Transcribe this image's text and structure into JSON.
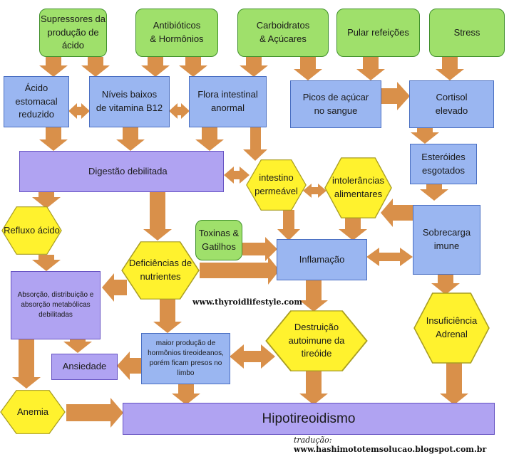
{
  "nodes": {
    "supressores": "Supressores da produção de ácido",
    "antibioticos": "Antibióticos & Hormônios",
    "carboidratos": "Carboidratos & Açúcares",
    "pular": "Pular refeições",
    "stress": "Stress",
    "acido": "Ácido estomacal reduzido",
    "b12": "Níveis baixos de vitamina B12",
    "flora": "Flora intestinal anormal",
    "picos": "Picos de açúcar no sangue",
    "cortisol": "Cortisol elevado",
    "digestao": "Digestão  debilitada",
    "intestino": "intestino permeável",
    "intolerancias": "intolerâncias alimentares",
    "esteroides": "Esteróides esgotados",
    "refluxo": "Refluxo ácido",
    "toxinas": "Toxinas & Gatilhos",
    "inflamacao": "Inflamação",
    "sobrecarga": "Sobrecarga imune",
    "deficiencias": "Deficiências de nutrientes",
    "absorcao": "Absorção, distribuição e absorção metabólicas debilitadas",
    "insuficiencia": "Insuficiência Adrenal",
    "maior": "maior produção de hormônios tireoideanos, porém ficam presos no limbo",
    "destruicao": "Destruição autoimune da tireóide",
    "ansiedade": "Ansiedade",
    "anemia": "Anemia",
    "hipo": "Hipotireoidismo"
  },
  "watermark": "www.thyroidlifestyle.com",
  "credit": {
    "label": "tradução:",
    "url": "www.hashimototemsolucao.blogspot.com.br"
  },
  "colors": {
    "arrow": "#d9904a",
    "hexagon": "#fff22e",
    "green": "#9fe06b",
    "blue": "#9ab6f1",
    "purple": "#b0a3f2"
  }
}
